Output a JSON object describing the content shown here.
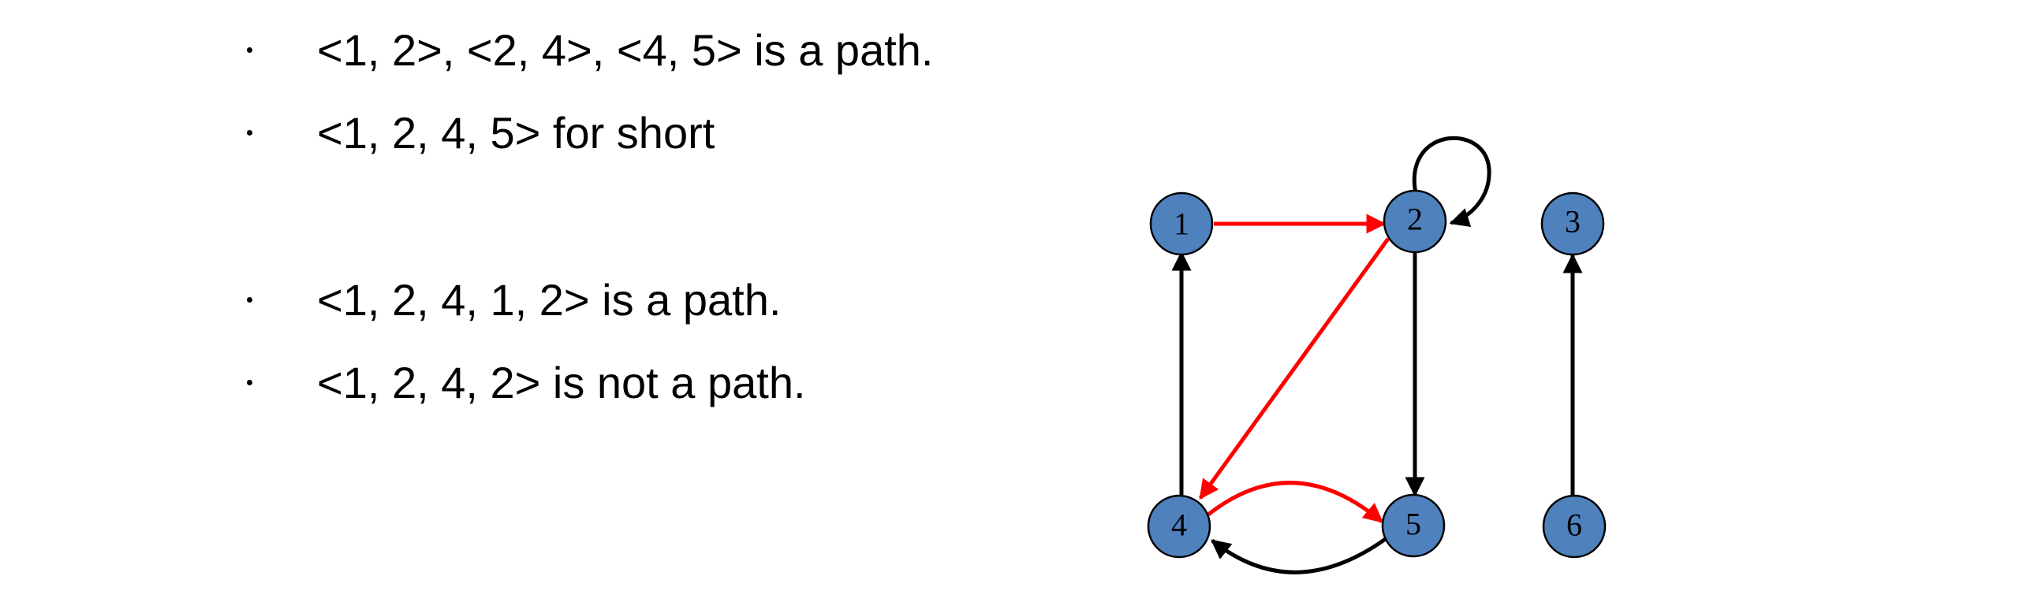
{
  "bullets": [
    "<1, 2>, <2, 4>, <4, 5> is a path.",
    "<1, 2, 4, 5> for short",
    "<1, 2, 4, 1, 2> is a path.",
    "<1, 2, 4, 2> is not a path."
  ],
  "graph": {
    "nodes": [
      "1",
      "2",
      "3",
      "4",
      "5",
      "6"
    ],
    "edges": [
      {
        "from": "1",
        "to": "2",
        "color": "#ff0000",
        "highlighted": true
      },
      {
        "from": "2",
        "to": "4",
        "color": "#ff0000",
        "highlighted": true
      },
      {
        "from": "4",
        "to": "5",
        "color": "#ff0000",
        "highlighted": true
      },
      {
        "from": "2",
        "to": "2",
        "color": "#000000",
        "highlighted": false
      },
      {
        "from": "2",
        "to": "5",
        "color": "#000000",
        "highlighted": false
      },
      {
        "from": "4",
        "to": "1",
        "color": "#000000",
        "highlighted": false
      },
      {
        "from": "5",
        "to": "4",
        "color": "#000000",
        "highlighted": false
      },
      {
        "from": "6",
        "to": "3",
        "color": "#000000",
        "highlighted": false
      }
    ],
    "colors": {
      "node_fill": "#4f81bd",
      "path_edge": "#ff0000",
      "normal_edge": "#000000"
    }
  }
}
